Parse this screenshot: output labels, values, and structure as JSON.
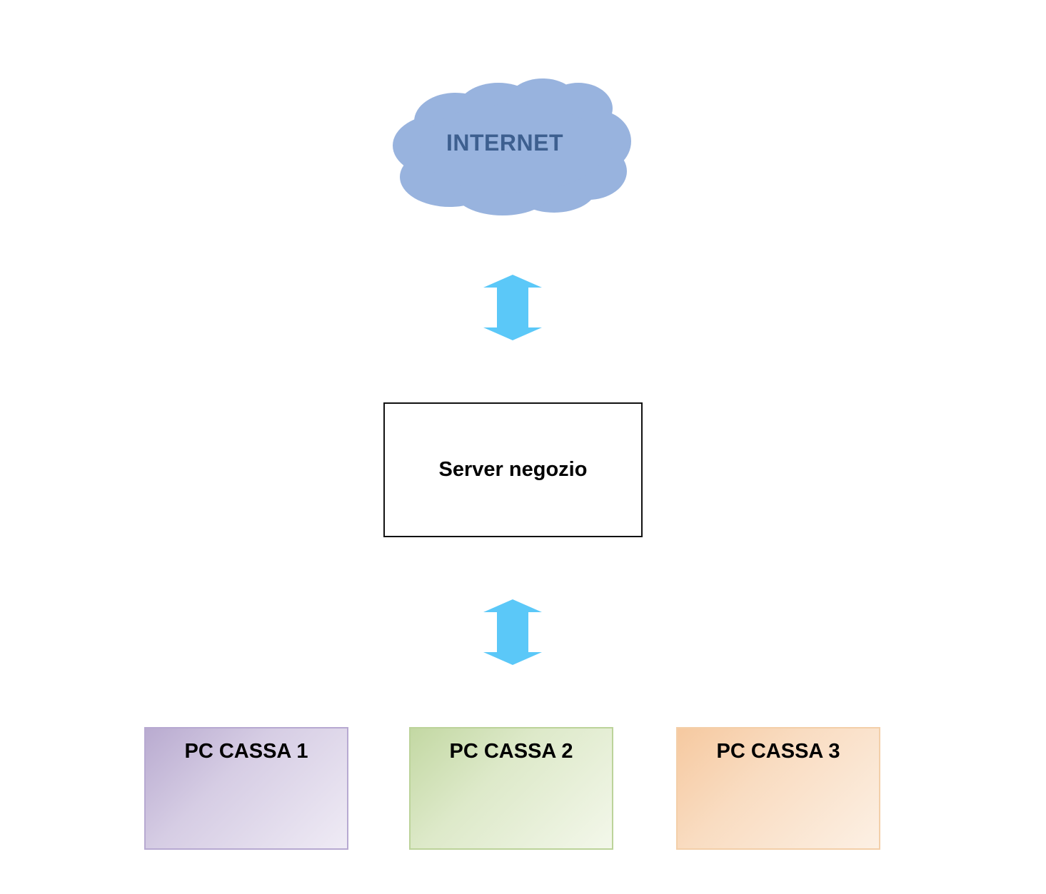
{
  "internet": {
    "label": "INTERNET"
  },
  "server": {
    "label": "Server negozio"
  },
  "terminals": [
    {
      "label": "PC CASSA 1"
    },
    {
      "label": "PC CASSA 2"
    },
    {
      "label": "PC CASSA 3"
    }
  ],
  "colors": {
    "cloud_fill": "#98b3de",
    "cloud_text": "#3d5f8f",
    "arrow_fill": "#5bc8f8",
    "pc1": "#b9abd0",
    "pc2": "#c3d8a3",
    "pc3": "#f6c9a0"
  },
  "icons": {
    "cloud": "cloud-icon",
    "arrow": "double-arrow-vertical-icon"
  }
}
